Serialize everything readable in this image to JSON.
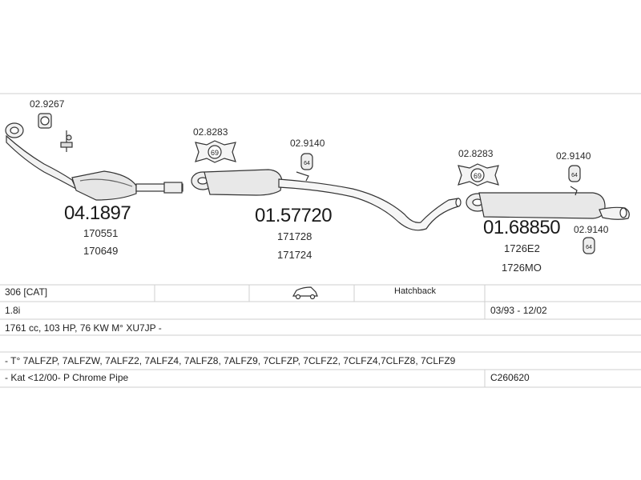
{
  "parts": {
    "p1": {
      "number": "04.1897",
      "refs": [
        "170551",
        "170649"
      ],
      "clamp": "02.9267"
    },
    "p2": {
      "number": "01.57720",
      "refs": [
        "171728",
        "171724"
      ],
      "gasket": "02.8283",
      "gasket_no": "69",
      "hanger": "02.9140"
    },
    "p3": {
      "number": "01.68850",
      "refs": [
        "1726E2",
        "1726MO"
      ],
      "gasket": "02.8283",
      "gasket_no": "69",
      "hanger1": "02.9140",
      "hanger2": "02.9140",
      "hanger_no": "64"
    }
  },
  "table": {
    "model": "306  [CAT]",
    "body": "Hatchback",
    "engine": "1.8i",
    "years": "03/93  -  12/02",
    "specs": "1761 cc, 103 HP, 76 KW M° XU7JP -",
    "types": "-  T° 7ALFZP, 7ALFZW, 7ALFZ2, 7ALFZ4, 7ALFZ8, 7ALFZ9, 7CLFZP, 7CLFZ2, 7CLFZ4,7CLFZ8, 7CLFZ9",
    "notes": "-  Kat <12/00- P Chrome Pipe",
    "catalog": "C260620"
  }
}
